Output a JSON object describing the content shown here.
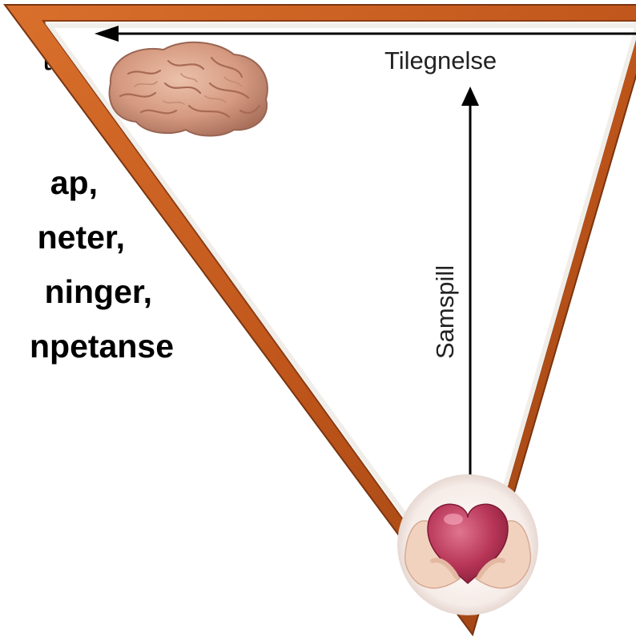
{
  "left_text": {
    "lines": [
      "t",
      "ap,",
      "neter,",
      "ninger,",
      "npetanse"
    ]
  },
  "diagram": {
    "top_label": "Tilegnelse",
    "vertical_label": "Samspill",
    "top_icon": "brain-icon",
    "bottom_icon": "heart-in-hands-icon",
    "frame_color": "#c0561b",
    "frame_dark": "#7a3410",
    "fill_color": "#ffffff",
    "arrow_color": "#000000"
  }
}
